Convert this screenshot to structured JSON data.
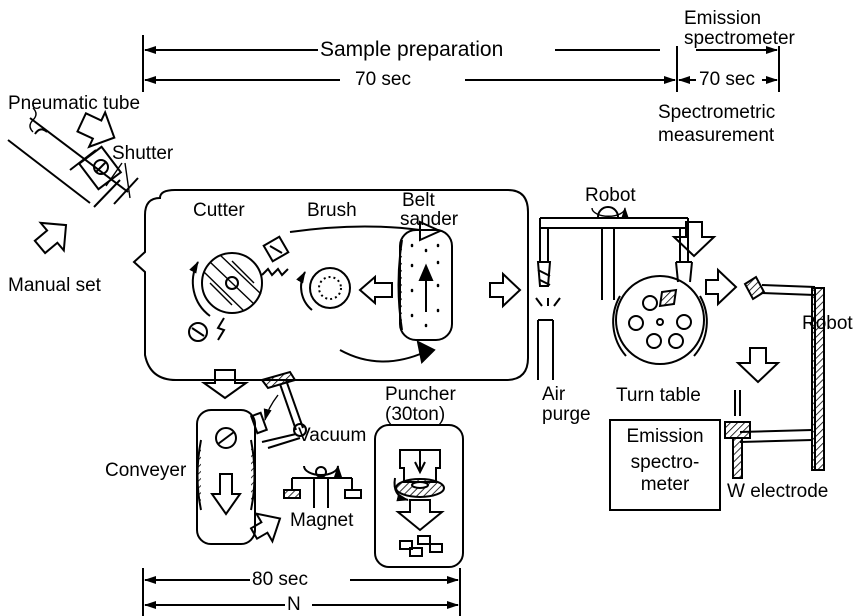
{
  "timeline": {
    "sample_preparation": "Sample preparation",
    "emission_spectrometer": [
      "Emission",
      "spectrometer"
    ],
    "prep_duration": "70 sec",
    "spec_duration": "70 sec",
    "spectrometric_measurement": [
      "Spectrometric",
      "measurement"
    ],
    "conveyer_duration": "80 sec",
    "n_label": "N"
  },
  "labels": {
    "pneumatic_tube": "Pneumatic tube",
    "shutter": "Shutter",
    "manual_set": "Manual set",
    "cutter": "Cutter",
    "brush": "Brush",
    "belt_sander": [
      "Belt",
      "sander"
    ],
    "conveyer": "Conveyer",
    "vacuum": "Vacuum",
    "magnet": "Magnet",
    "puncher": [
      "Puncher",
      "(30ton)"
    ],
    "robot_top": "Robot",
    "robot_right": "Robot",
    "air_purge": [
      "Air",
      "purge"
    ],
    "turn_table": "Turn table",
    "emission_spectrometer_box": [
      "Emission",
      "spectro-",
      "meter"
    ],
    "w_electrode": "W electrode"
  }
}
